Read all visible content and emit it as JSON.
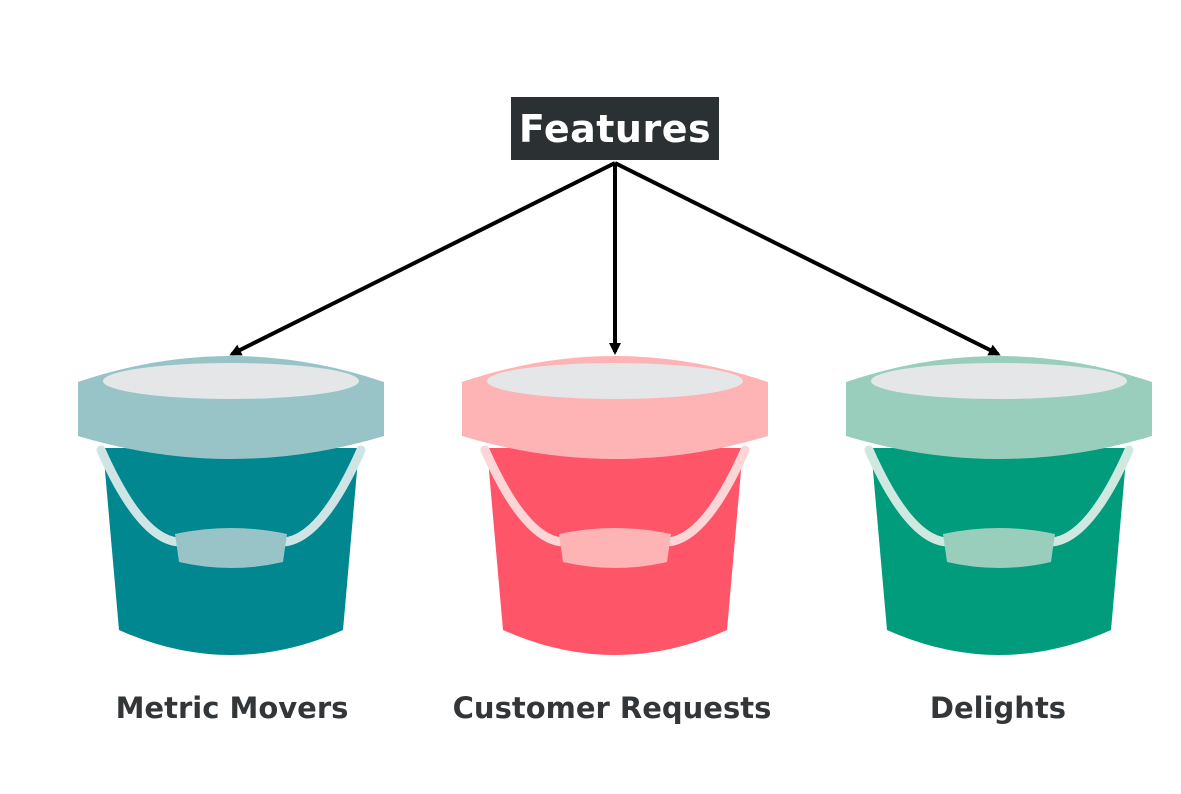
{
  "root": {
    "label": "Features"
  },
  "buckets": [
    {
      "label": "Metric Movers",
      "colors": {
        "lid": "#98c4c8",
        "body": "#00878f",
        "rim": "#e4e6e8",
        "handle": "#cfe4e4",
        "grip": "#98c4c8"
      }
    },
    {
      "label": "Customer Requests",
      "colors": {
        "lid": "#feb3b4",
        "body": "#fe5569",
        "rim": "#e4e6e8",
        "handle": "#fcd6d6",
        "grip": "#feb3b4"
      }
    },
    {
      "label": "Delights",
      "colors": {
        "lid": "#99cebd",
        "body": "#009c7c",
        "rim": "#e4e6e8",
        "handle": "#cfe9e0",
        "grip": "#99cebd"
      }
    }
  ],
  "colors": {
    "arrow": "#000000",
    "root_box": "#2b3133",
    "label_text": "#333638"
  }
}
